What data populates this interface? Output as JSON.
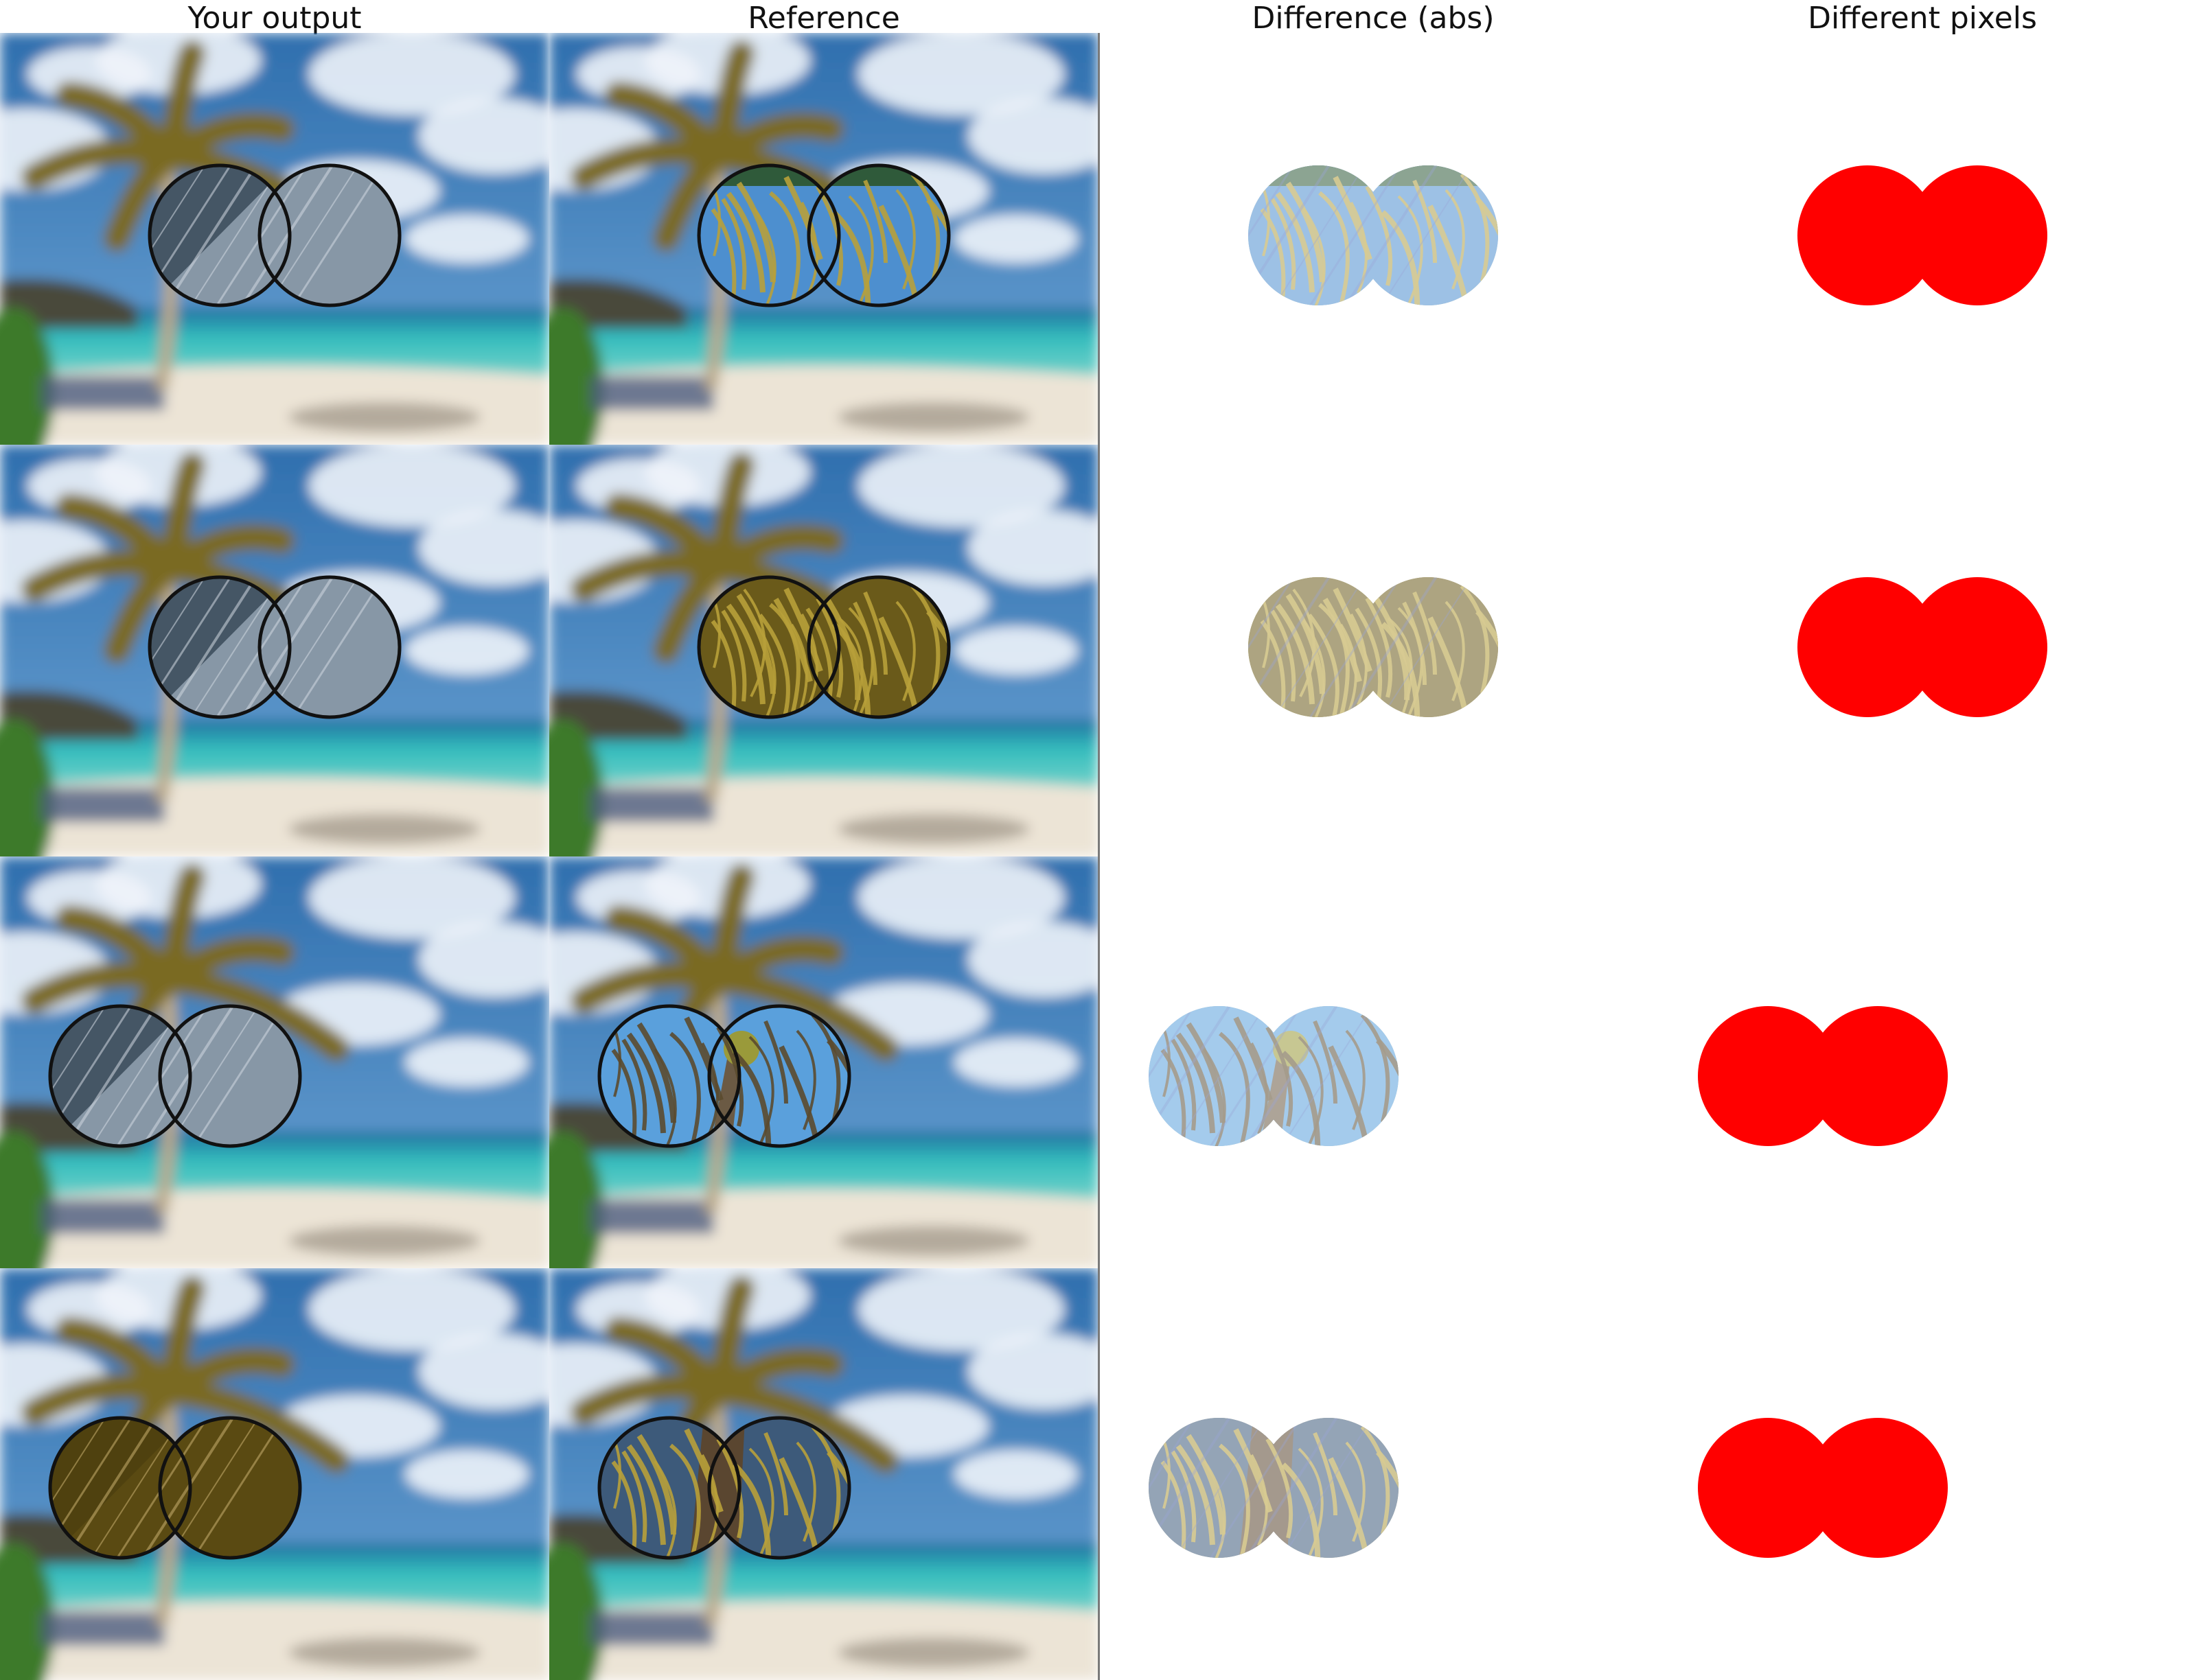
{
  "headers": {
    "output": "Your output",
    "reference": "Reference",
    "difference": "Difference (abs)",
    "different_pixels": "Different pixels"
  },
  "colors": {
    "sky": "#3f7fbf",
    "sea": "#35bfbf",
    "sand": "#e8e1d4",
    "palm": "#8c7a2a",
    "mask_red": "#ff0000",
    "binocular_outline": "#111111"
  },
  "icons": [
    "binocular-mask-shape",
    "palm-tree-image",
    "beach-scene-image"
  ],
  "rows": [
    {
      "output_lens_style": "grey-blue-glass",
      "reference_lens_content": "palm-fronds-sky"
    },
    {
      "output_lens_style": "grey-blue-glass",
      "reference_lens_content": "palm-fronds-close"
    },
    {
      "output_lens_style": "grey-blue-glass",
      "reference_lens_content": "palm-tree-trunk"
    },
    {
      "output_lens_style": "olive-brown-glass",
      "reference_lens_content": "palm-trunk-close"
    }
  ]
}
